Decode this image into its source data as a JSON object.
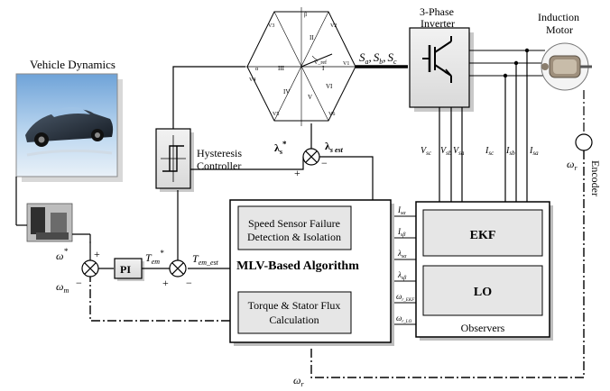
{
  "vehicle": {
    "title": "Vehicle Dynamics"
  },
  "inverter": {
    "title_line1": "3-Phase",
    "title_line2": "Inverter"
  },
  "motor": {
    "title_line1": "Induction",
    "title_line2": "Motor"
  },
  "encoder": {
    "label": "Encoder",
    "speed_label": "ω",
    "speed_sub": "r"
  },
  "hysteresis": {
    "line1": "Hysteresis",
    "line2": "Controller"
  },
  "switching": {
    "text": "S",
    "a": "a",
    "b": "b",
    "c": "c",
    "sep": ","
  },
  "hexagon": {
    "sector_labels": [
      "I",
      "II",
      "III",
      "IV",
      "V",
      "VI"
    ],
    "vector_labels": [
      "V1",
      "V2",
      "V3",
      "V4",
      "V5",
      "V6"
    ],
    "alpha": "α",
    "beta": "β",
    "ref": "V_ref"
  },
  "flux": {
    "ref_symbol": "λ",
    "ref_sub": "s",
    "ref_sup": "*",
    "est_symbol": "λ",
    "est_sub": "s est"
  },
  "signs": {
    "plus": "+",
    "minus": "−"
  },
  "speed_ref": {
    "symbol": "ω",
    "sup": "*"
  },
  "speed_meas": {
    "symbol": "ω",
    "sub": "m"
  },
  "pi": {
    "label": "PI"
  },
  "torque_ref": {
    "symbol": "T",
    "sub": "em",
    "sup": "*"
  },
  "torque_est": {
    "symbol": "T",
    "sub": "em_est"
  },
  "algo": {
    "box1_line1": "Speed Sensor Failure",
    "box1_line2": "Detection & Isolation",
    "title": "MLV-Based Algorithm",
    "box2_line1": "Torque & Stator Flux",
    "box2_line2": "Calculation"
  },
  "observers": {
    "ekf": "EKF",
    "lo": "LO",
    "title": "Observers"
  },
  "meas": {
    "V_sc": "V",
    "V_sc_sub": "sc",
    "V_sb": "V",
    "V_sb_sub": "sb",
    "V_sa": "V",
    "V_sa_sub": "sa",
    "I_sc": "I",
    "I_sc_sub": "sc",
    "I_sb": "I",
    "I_sb_sub": "sb",
    "I_sa": "I",
    "I_sa_sub": "sa"
  },
  "signals": {
    "I_sa": "I",
    "I_sa_sub": "sα",
    "I_sb": "I",
    "I_sb_sub": "sβ",
    "L_sa": "λ",
    "L_sa_sub": "sα",
    "L_sb": "λ",
    "L_sb_sub": "sβ",
    "w_ekf": "ω",
    "w_ekf_sub": "r_EKF",
    "w_lo": "ω",
    "w_lo_sub": "r_LO"
  },
  "omega_r_bottom": {
    "symbol": "ω",
    "sub": "r"
  }
}
